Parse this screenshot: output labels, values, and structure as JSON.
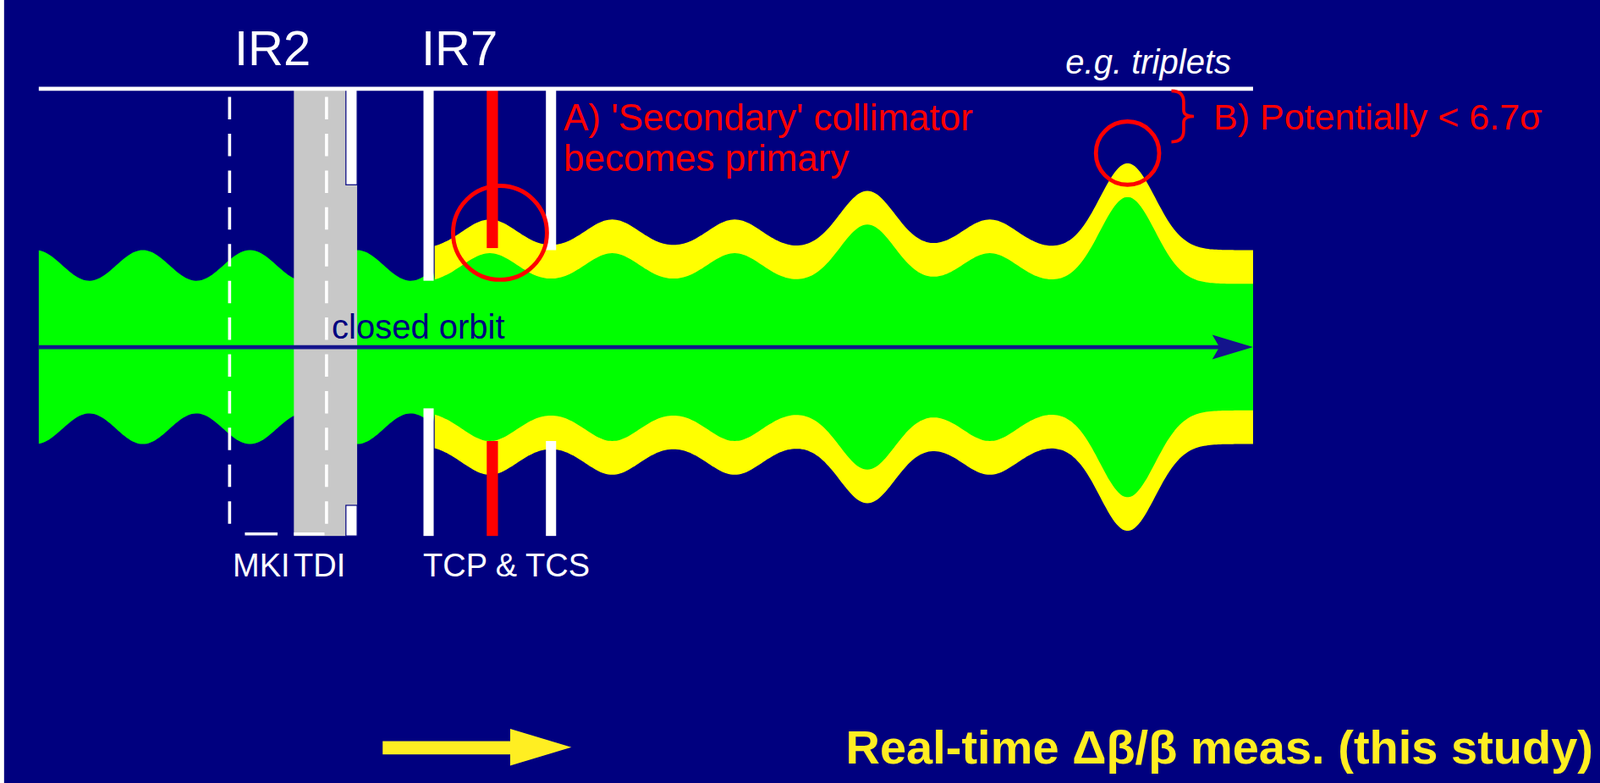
{
  "diagram": {
    "labels": [
      "IR2",
      "IR7",
      "e.g. triplets",
      "A) 'Secondary' collimator becomes primary",
      "B) Potentially < 6.7σ",
      "closed orbit",
      "MKI",
      "TDI",
      "TCP & TCS",
      "Real-time Δβ/β meas. (this study)"
    ]
  }
}
